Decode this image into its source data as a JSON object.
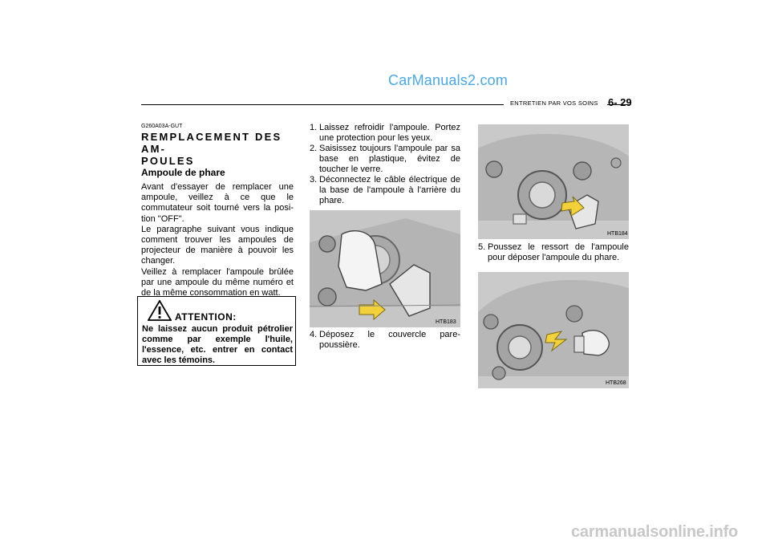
{
  "watermark_top": "CarManuals2.com",
  "watermark_bottom": "carmanualsonline.info",
  "header": {
    "section": "ENTRETIEN PAR VOS SOINS",
    "page": "6- 29"
  },
  "left_column": {
    "code": "G260A03A-GUT",
    "title_line1": "REMPLACEMENT DES AM-",
    "title_line2": "POULES",
    "subtitle": "Ampoule de phare",
    "paragraph1": "Avant d'essayer de remplacer une ampoule, veillez à ce que le commutateur soit tourné vers la posi-tion \"OFF\".",
    "paragraph2": "Le paragraphe suivant vous indique comment trouver les ampoules de projecteur de manière à pouvoir les changer.",
    "paragraph3": "Veillez à remplacer l'ampoule brûlée par une ampoule du même numéro et de la même consommation en watt."
  },
  "attention": {
    "icon": "warning-triangle-icon",
    "heading": "ATTENTION:",
    "message": "Ne laissez aucun produit pétrolier comme par exemple l'huile, l'essence, etc. entrer en contact avec les témoins."
  },
  "steps": [
    {
      "num": "1.",
      "text": "Laissez refroidir l'ampoule. Portez une protection pour les yeux."
    },
    {
      "num": "2.",
      "text": "Saisissez toujours l'ampoule par sa base en plastique, évitez de toucher le verre."
    },
    {
      "num": "3.",
      "text": "Déconnectez le câble électrique de la base de l'ampoule à l'arrière du phare."
    },
    {
      "num": "4.",
      "text": "Déposez le couvercle pare-poussière."
    },
    {
      "num": "5.",
      "text": "Poussez le ressort de l'ampoule pour déposer l'ampoule du phare."
    }
  ],
  "figures": {
    "htb183": "HTB183",
    "htb184": "HTB184",
    "htb268": "HTB268"
  },
  "colors": {
    "watermark_blue": "#4aa8e8",
    "arrow_yellow": "#f2d13a",
    "photo_gray": "#c9c9c9"
  }
}
